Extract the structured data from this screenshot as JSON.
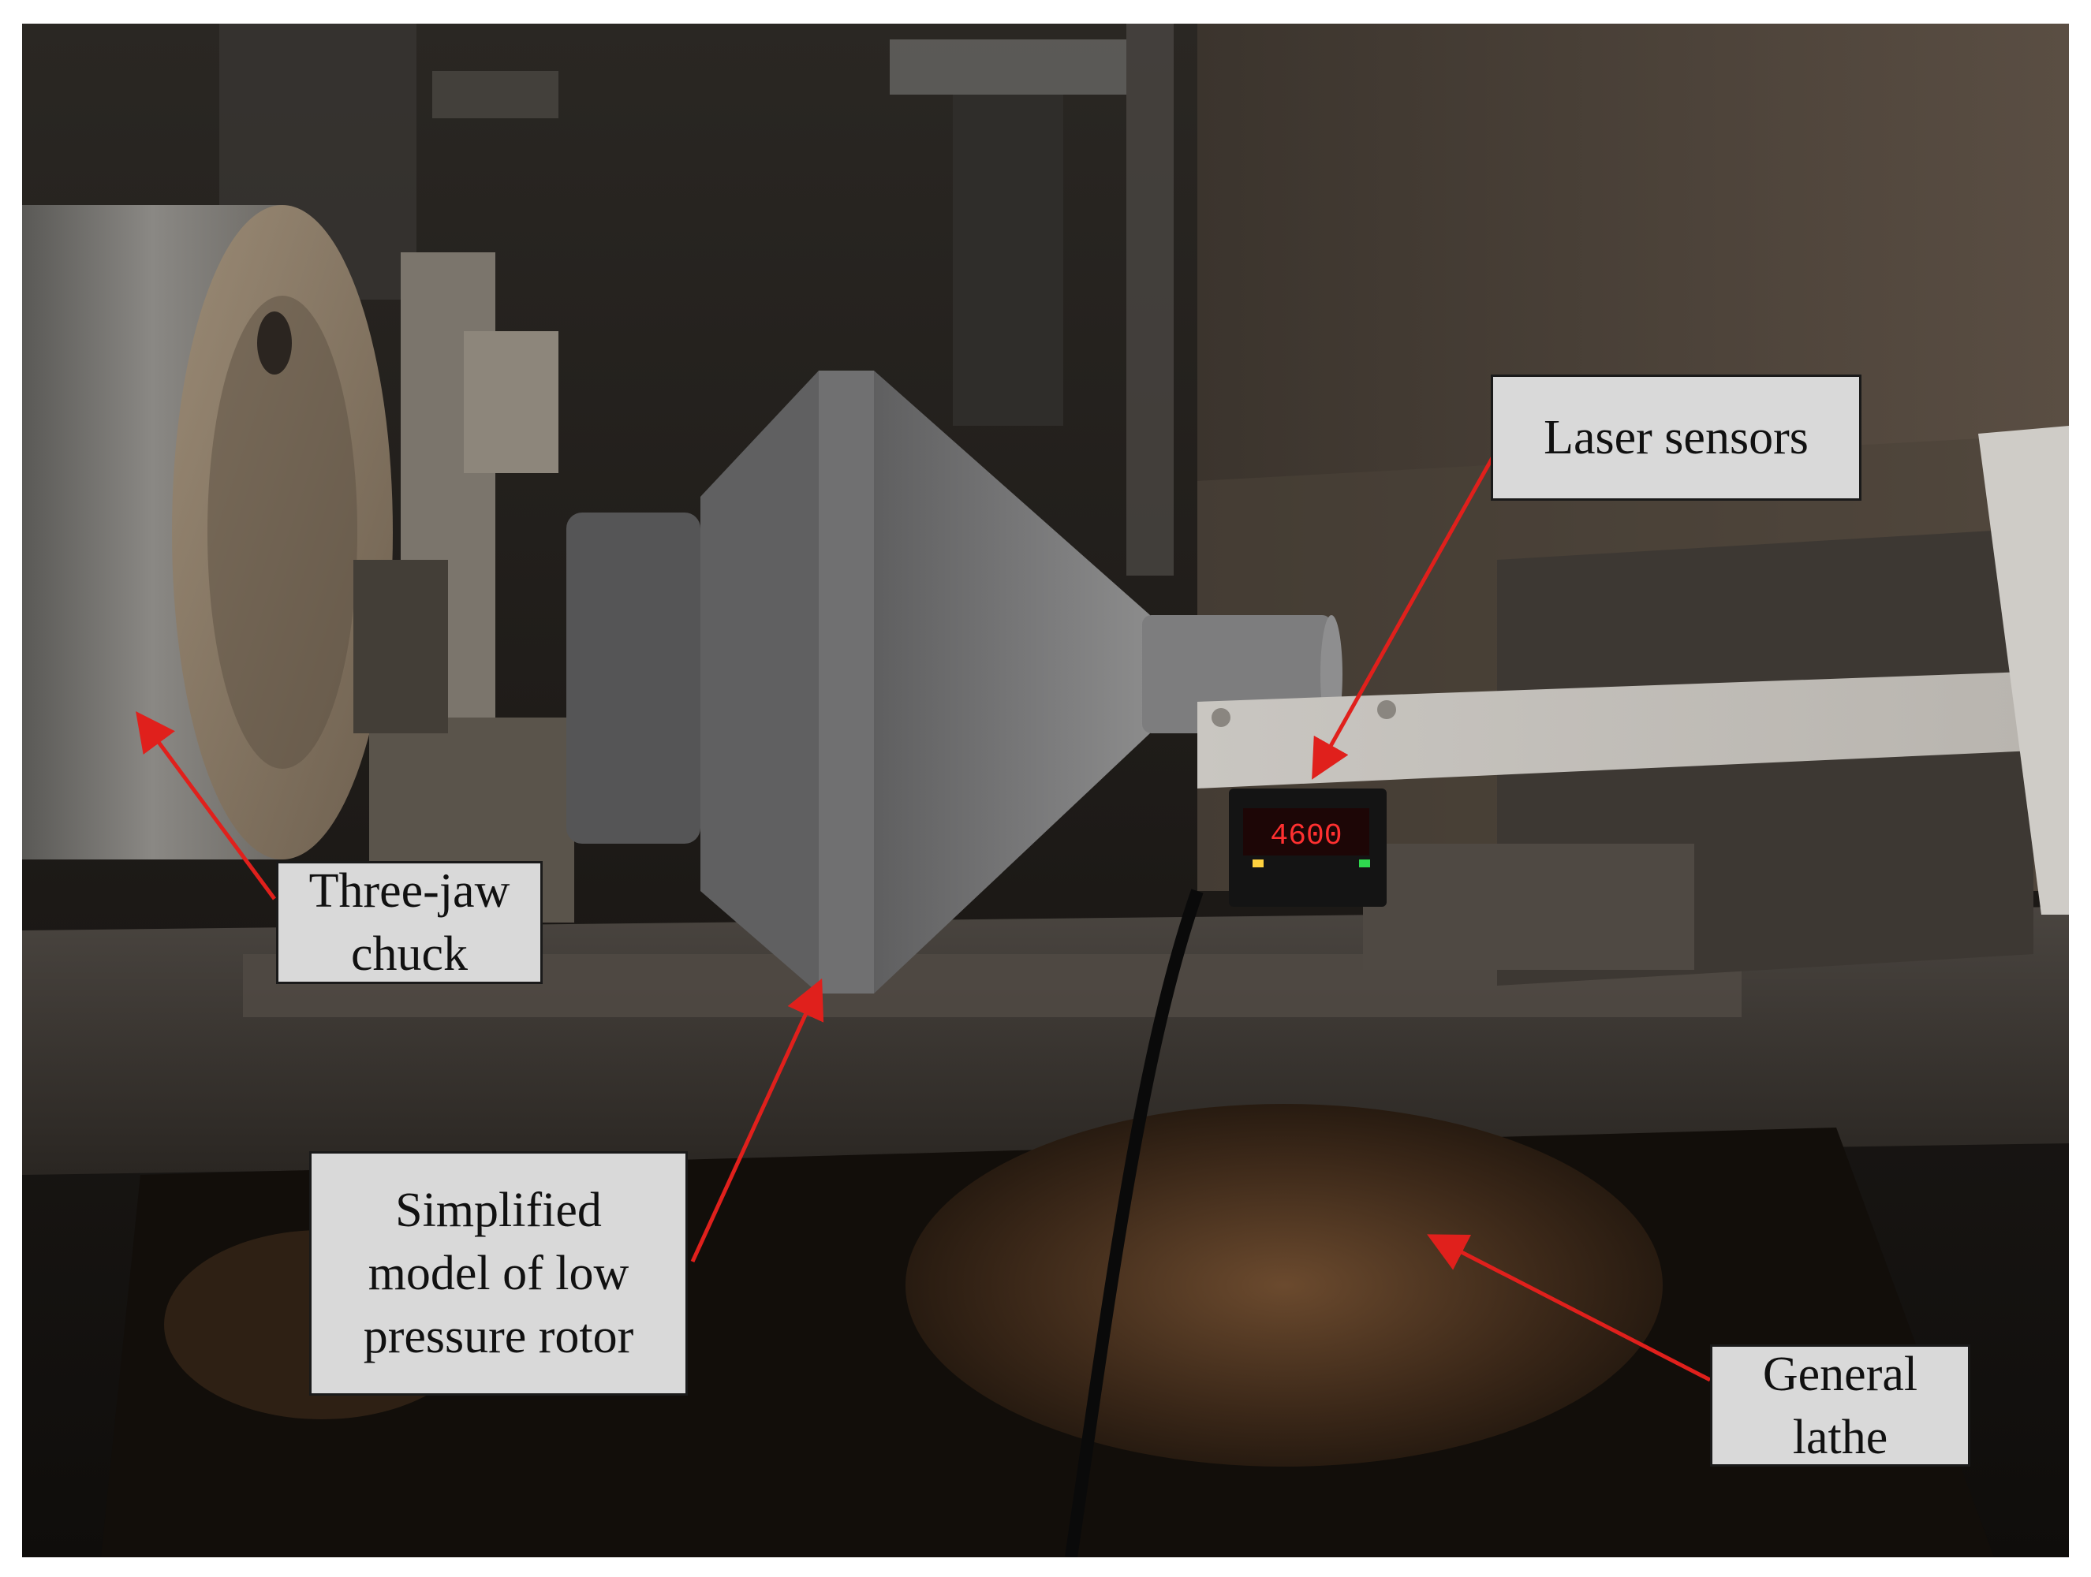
{
  "labels": {
    "laser_sensors": "Laser sensors",
    "three_jaw_chuck": [
      "Three-jaw",
      "chuck"
    ],
    "simplified_model": [
      "Simplified",
      "model of low",
      "pressure rotor"
    ],
    "general_lathe": [
      "General",
      "lathe"
    ]
  },
  "sensor_display": {
    "readout": "4600"
  },
  "colors": {
    "arrow": "#e0201c",
    "label_fill": "#d9d9d9",
    "label_border": "#1a1a1a"
  }
}
